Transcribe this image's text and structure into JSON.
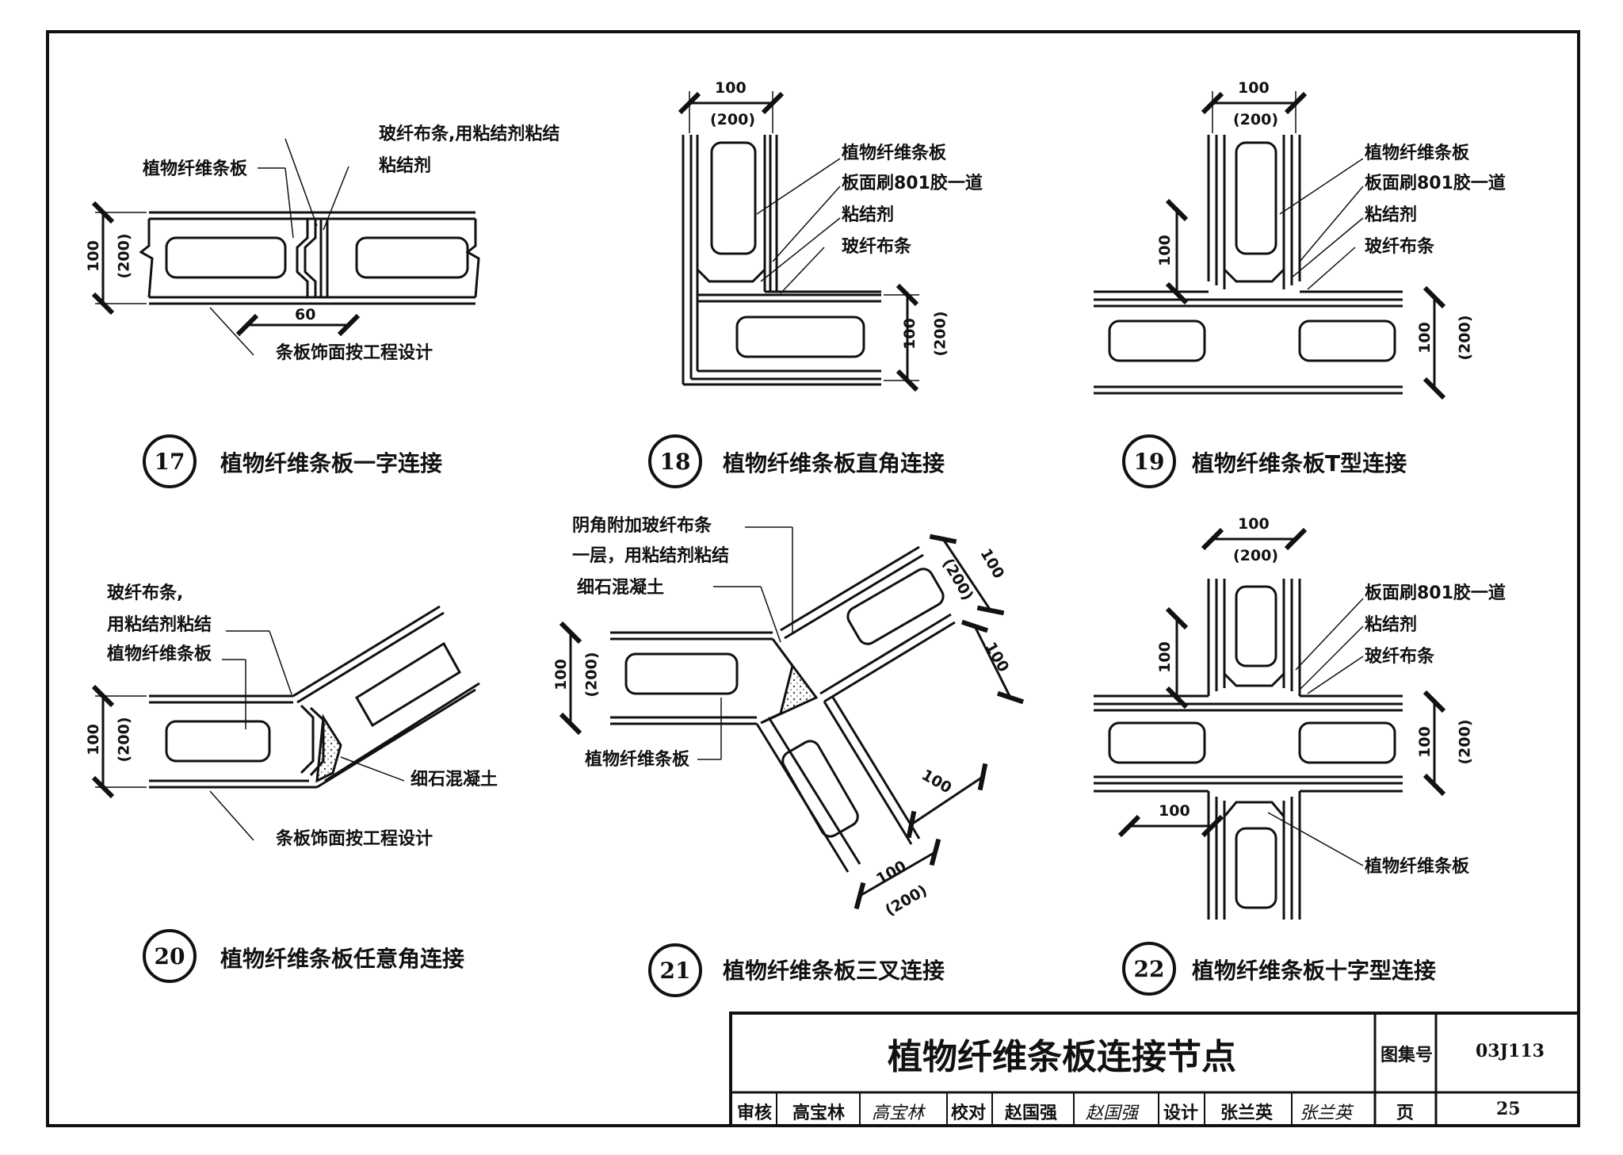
{
  "details": [
    {
      "id": "d17",
      "number": "17",
      "caption": "植物纤维条板一字连接",
      "labels": {
        "fiber_strip": "玻纤布条,用粘结剂粘结",
        "panel": "植物纤维条板",
        "adhesive": "粘结剂",
        "finish": "条板饰面按工程设计"
      },
      "dims": {
        "thick": "100",
        "thick_alt": "(200)",
        "width": "60"
      }
    },
    {
      "id": "d18",
      "number": "18",
      "caption": "植物纤维条板直角连接",
      "labels": {
        "panel": "植物纤维条板",
        "glue": "板面刷801胶一道",
        "adhesive": "粘结剂",
        "fiber": "玻纤布条"
      },
      "dims": {
        "top": "100",
        "top_alt": "(200)",
        "side": "100",
        "side_alt": "(200)"
      }
    },
    {
      "id": "d19",
      "number": "19",
      "caption": "植物纤维条板T型连接",
      "labels": {
        "panel": "植物纤维条板",
        "glue": "板面刷801胶一道",
        "adhesive": "粘结剂",
        "fiber": "玻纤布条"
      },
      "dims": {
        "top": "100",
        "top_alt": "(200)",
        "left": "100",
        "side": "100",
        "side_alt": "(200)"
      }
    },
    {
      "id": "d20",
      "number": "20",
      "caption": "植物纤维条板任意角连接",
      "labels": {
        "fiber_a": "玻纤布条,",
        "fiber_b": "用粘结剂粘结",
        "panel": "植物纤维条板",
        "concrete": "细石混凝土",
        "finish": "条板饰面按工程设计"
      },
      "dims": {
        "thick": "100",
        "thick_alt": "(200)"
      }
    },
    {
      "id": "d21",
      "number": "21",
      "caption": "植物纤维条板三叉连接",
      "labels": {
        "fiber_a": "阴角附加玻纤布条",
        "fiber_b": "一层，用粘结剂粘结",
        "concrete": "细石混凝土",
        "panel": "植物纤维条板"
      },
      "dims": {
        "left": "100",
        "left_alt": "(200)",
        "r1": "100",
        "r1_alt": "(200)",
        "r2": "100",
        "r3": "100",
        "bottom": "100",
        "bottom_alt": "(200)"
      }
    },
    {
      "id": "d22",
      "number": "22",
      "caption": "植物纤维条板十字型连接",
      "labels": {
        "glue": "板面刷801胶一道",
        "adhesive": "粘结剂",
        "fiber": "玻纤布条",
        "panel": "植物纤维条板"
      },
      "dims": {
        "top": "100",
        "top_alt": "(200)",
        "left": "100",
        "side": "100",
        "side_alt": "(200)",
        "bottom_left": "100"
      }
    }
  ],
  "title_block": {
    "title": "植物纤维条板连接节点",
    "atlas_label": "图集号",
    "atlas_value": "03J113",
    "review_label": "审核",
    "review_name": "高宝林",
    "review_sign": "高宝林",
    "check_label": "校对",
    "check_name": "赵国强",
    "check_sign": "赵国强",
    "design_label": "设计",
    "design_name": "张兰英",
    "design_sign": "张兰英",
    "page_label": "页",
    "page_value": "25"
  }
}
